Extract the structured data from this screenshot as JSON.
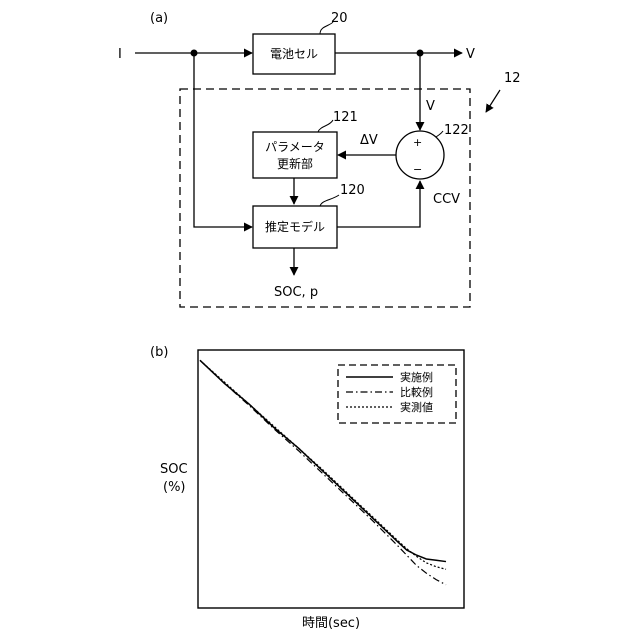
{
  "panel_a": {
    "label": "(a)",
    "input_label": "I",
    "output_label": "V",
    "battery_cell": {
      "label": "電池セル",
      "ref": "20"
    },
    "system_ref": "12",
    "parameter_update": {
      "line1": "パラメータ",
      "line2": "更新部",
      "ref": "121"
    },
    "estimation_model": {
      "label": "推定モデル",
      "ref": "120"
    },
    "comparator": {
      "ref": "122",
      "plus": "+",
      "minus": "−"
    },
    "measured_v_label": "V",
    "delta_v_label": "ΔV",
    "ccv_label": "CCV",
    "output_soc_label": "SOC, p"
  },
  "panel_b": {
    "label": "(b)",
    "chart_data": {
      "type": "line",
      "ylabel_line1": "SOC",
      "ylabel_line2": "(%)",
      "xlabel": "時間(sec)",
      "x": [
        0,
        0.1,
        0.2,
        0.3,
        0.4,
        0.5,
        0.6,
        0.7,
        0.8,
        0.84,
        0.88,
        0.92,
        0.96,
        1.0
      ],
      "ylim": [
        0,
        1
      ],
      "xlim": [
        0,
        1
      ],
      "grid": false,
      "legend_position": "top-right",
      "series": [
        {
          "name": "実施例",
          "style": "solid",
          "values": [
            0.96,
            0.87,
            0.79,
            0.7,
            0.62,
            0.53,
            0.44,
            0.35,
            0.26,
            0.225,
            0.205,
            0.19,
            0.185,
            0.18
          ]
        },
        {
          "name": "比較例",
          "style": "dashdot",
          "values": [
            0.96,
            0.87,
            0.785,
            0.695,
            0.61,
            0.52,
            0.43,
            0.34,
            0.245,
            0.205,
            0.165,
            0.135,
            0.11,
            0.09
          ]
        },
        {
          "name": "実測値",
          "style": "dotted",
          "values": [
            0.96,
            0.875,
            0.79,
            0.705,
            0.62,
            0.535,
            0.445,
            0.355,
            0.265,
            0.23,
            0.2,
            0.175,
            0.16,
            0.15
          ]
        }
      ]
    }
  }
}
